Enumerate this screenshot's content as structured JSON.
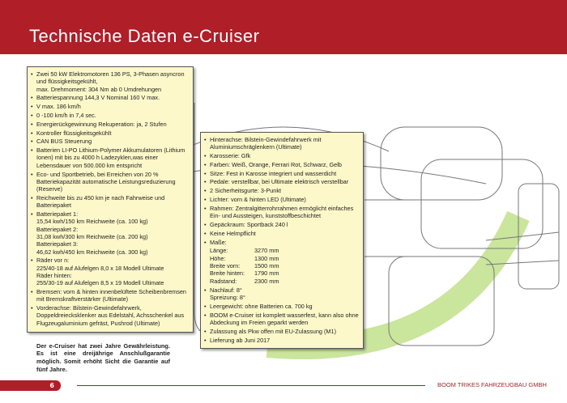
{
  "header": {
    "title": "Technische Daten e-Cruiser"
  },
  "left_box": {
    "items": [
      "Zwei 50 kW Elektromotoren 136 PS, 3-Phasen asyncron und flüssigkeitsgekühlt,\nmax. Drehmoment: 304 Nm ab 0 Umdrehungen",
      "Batteriespannung 144,3 V Nominal 160 V max.",
      "V max. 186 km/h",
      "0 -100 km/h in 7,4 sec.",
      "Energierückgewinnung Rekuperation: ja, 2 Stufen",
      "Kontroller flüssigkeitsgekühlt",
      "CAN BUS Steuerung",
      "Batterien LI-PO Lithium-Polymer Akkumulatoren (Lithium Ionen) mit bis zu 4000 h Ladezyklen,was einer Lebensdauer von 500.000 km entspricht",
      "Eco- und Sportbetrieb, bei Erreichen von 20 % Batteriekapazität automatische Leistungsreduzierung (Reserve)",
      "Reichweite bis zu 450 km je nach Fahrweise und Batteriepaket",
      "Batteriepaket 1:\n15,54 kwh/150 km Reichweite (ca. 100 kg)\nBatteriepaket 2:\n31,08 kwh/300 km Reichweite (ca. 200 kg)\nBatteriepaket 3:\n46,62 kwh/450 km Reichweite (ca. 300 kg)",
      "Räder vor n:\n225/40-18 auf Alufelgen 8,0 x 18 Modell Ultimate\nRäder hinten:\n255/30-19 auf Alufelgen 8,5 x 19 Modell Ultimate",
      "Bremsen: vorn & hinten innenbelüftete Scheibenbremsen mit Bremskraftverstärker (Ultimate)",
      "Vorderachse: Bilstein-Gewindefahrwerk, Doppeldreiecksklenker aus Edelstahl, Achsschenkel aus Flugzeugaluminium gefräst, Pushrod (Ultimate)"
    ]
  },
  "right_box": {
    "items_before": [
      "Hinterachse: Bilstein-Gewindefahrwerk mit Aluminiumschräglenkern (Ultimate)",
      "Karosserie: Gfk",
      "Farben: Weiß, Orange, Ferrari Rot, Schwarz, Gelb",
      "Sitze: Fest in Karosse integriert und wasserdicht",
      "Pedale: verstellbar, bei Ultimate elektrisch verstellbar",
      "2 Sicherheitsgurte: 3-Punkt",
      "Lichter: vorn & hinten LED (Ultimate)",
      "Rahmen: Zentralgitterrohrrahmen ermöglicht einfaches Ein- und Aussteigen, kunststoffbeschichtet",
      "Gepäckraum: Sportback 240 l",
      "Keine Helmpflicht"
    ],
    "dims_label": "Maße:",
    "dims": [
      [
        "Länge:",
        "3270 mm"
      ],
      [
        "Höhe:",
        "1300 mm"
      ],
      [
        "Breite vorn:",
        "1500 mm"
      ],
      [
        "Breite hinten:",
        "1790 mm"
      ],
      [
        "Radstand:",
        "2300 mm"
      ]
    ],
    "items_after": [
      "Nachlauf: 8°\nSpreizung: 8°",
      "Leergewicht: ohne Batterien ca. 700 kg",
      "BOOM e-Cruiser ist komplett wasserfest, kann also ohne Abdeckung im Freien geparkt werden",
      "Zulassung als Pkw offen mit EU-Zulassung (M1)",
      "Lieferung ab Juni 2017"
    ]
  },
  "note": "Der e-Cruiser hat zwei Jahre Gewährleistung. Es ist eine dreijährige Anschlußgarantie möglich. Somit erhöht Sicht die Garantie auf fünf Jahre.",
  "footer": {
    "page": "6",
    "company": "BOOM TRIKES FAHRZEUGBAU GMBH"
  },
  "colors": {
    "brand_red": "#b01e28",
    "box_bg": "#fdf8c9",
    "accent_green": "#8cc63f"
  }
}
